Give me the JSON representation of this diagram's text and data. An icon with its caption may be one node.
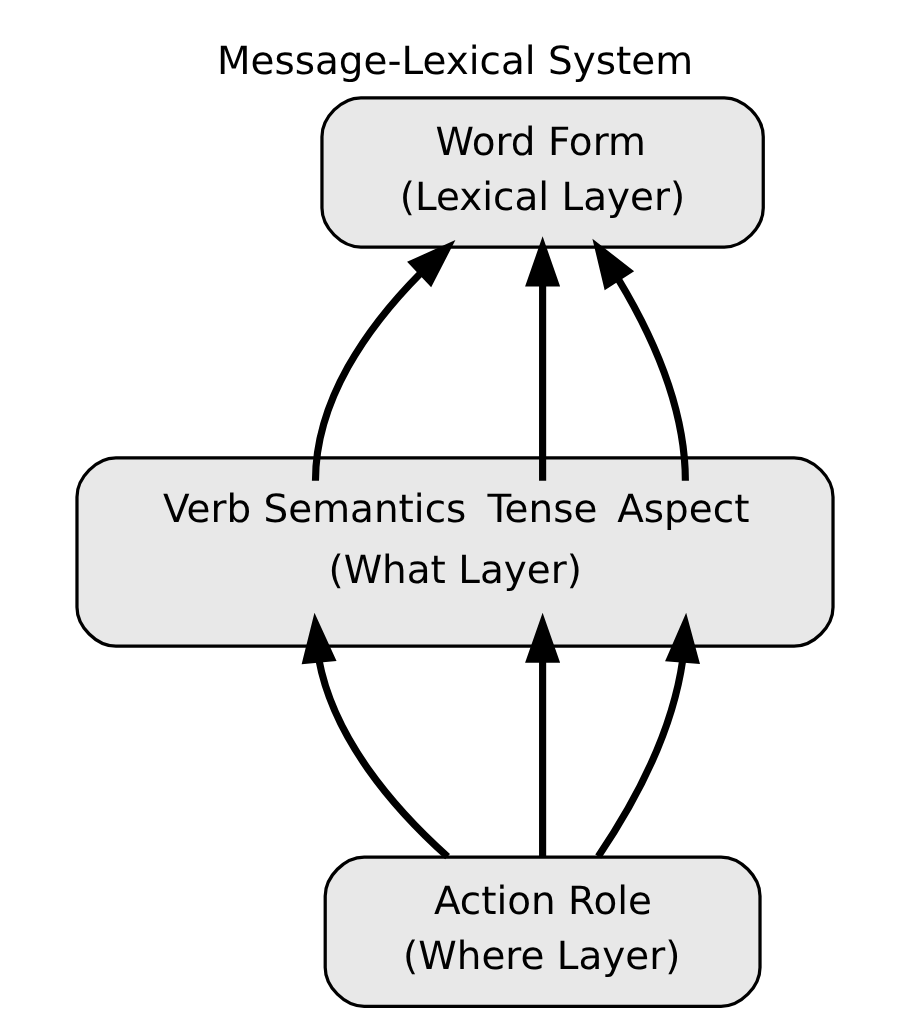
{
  "diagram": {
    "title": "Message-Lexical System",
    "nodes": [
      {
        "text": [
          "Word Form",
          "(Lexical Layer)"
        ]
      },
      {
        "text": [
          "Verb Semantics",
          "Tense",
          "Aspect",
          "(What Layer)"
        ]
      },
      {
        "text": [
          "Action Role",
          "(Where Layer)"
        ]
      }
    ],
    "edges": [
      {
        "from": 1,
        "to": 0,
        "arrow": "to"
      },
      {
        "from": 1,
        "to": 0,
        "arrow": "to"
      },
      {
        "from": 1,
        "to": 0,
        "arrow": "to"
      },
      {
        "from": 2,
        "to": 1,
        "arrow": "to"
      },
      {
        "from": 2,
        "to": 1,
        "arrow": "to"
      },
      {
        "from": 2,
        "to": 1,
        "arrow": "to"
      }
    ]
  }
}
